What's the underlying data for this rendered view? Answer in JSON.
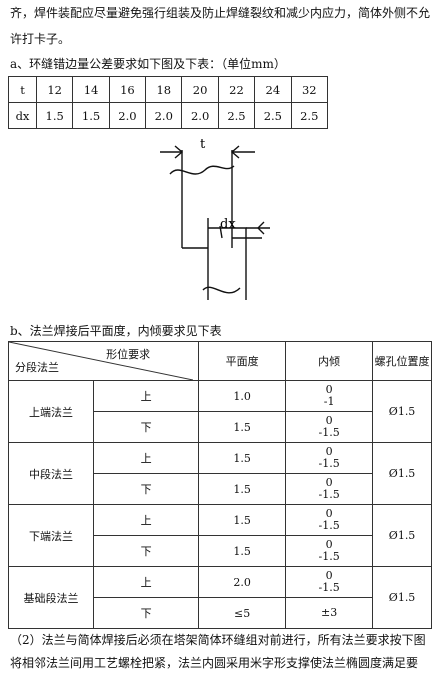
{
  "text": {
    "line1": "齐，焊件装配应尽量避免强行组装及防止焊缝裂纹和减少内应力，简体外侧不允",
    "line2": "许打卡子。",
    "line3": "a、环缝错边量公差要求如下图及下表：（单位mm）",
    "line4": "b、法兰焊接后平面度，内倾要求见下表",
    "line5": "（2）法兰与简体焊接后必须在塔架简体环缝组对前进行，所有法兰要求按下图",
    "line6": "将相邻法兰间用工艺螺栓把紧，法兰内圆采用米字形支撑使法兰椭圆度满足要"
  },
  "table1": {
    "header_label": "t",
    "row_label": "dx",
    "t_values": [
      "12",
      "14",
      "16",
      "18",
      "20",
      "22",
      "24",
      "32"
    ],
    "dx_values": [
      "1.5",
      "1.5",
      "2.0",
      "2.0",
      "2.0",
      "2.5",
      "2.5",
      "2.5"
    ]
  },
  "diagram": {
    "t_label": "t",
    "dx_label": "dx"
  },
  "table2": {
    "diag_top": "形位要求",
    "diag_bottom": "分段法兰",
    "col_flatness": "平面度",
    "col_tilt": "内倾",
    "col_hole": "螺孔位置度",
    "groups": [
      {
        "name": "上端法兰",
        "hole": "Ø1.5",
        "rows": [
          {
            "pos": "上",
            "flat": "1.0",
            "tilt_top": "0",
            "tilt_bottom": "-1"
          },
          {
            "pos": "下",
            "flat": "1.5",
            "tilt_top": "0",
            "tilt_bottom": "-1.5"
          }
        ]
      },
      {
        "name": "中段法兰",
        "hole": "Ø1.5",
        "rows": [
          {
            "pos": "上",
            "flat": "1.5",
            "tilt_top": "0",
            "tilt_bottom": "-1.5"
          },
          {
            "pos": "下",
            "flat": "1.5",
            "tilt_top": "0",
            "tilt_bottom": "-1.5"
          }
        ]
      },
      {
        "name": "下端法兰",
        "hole": "Ø1.5",
        "rows": [
          {
            "pos": "上",
            "flat": "1.5",
            "tilt_top": "0",
            "tilt_bottom": "-1.5"
          },
          {
            "pos": "下",
            "flat": "1.5",
            "tilt_top": "0",
            "tilt_bottom": "-1.5"
          }
        ]
      },
      {
        "name": "基础段法兰",
        "hole": "Ø1.5",
        "rows": [
          {
            "pos": "上",
            "flat": "2.0",
            "tilt_top": "0",
            "tilt_bottom": "-1.5"
          },
          {
            "pos": "下",
            "flat": "≤5",
            "tilt_top": "±3",
            "tilt_bottom": ""
          }
        ]
      }
    ]
  }
}
